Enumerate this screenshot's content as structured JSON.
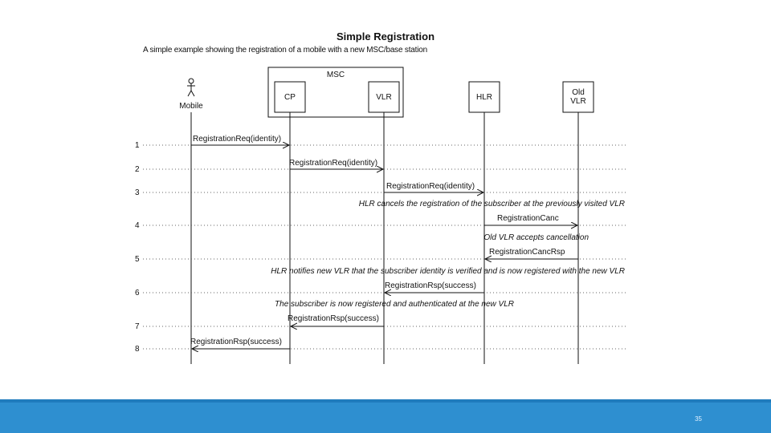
{
  "title": "Simple Registration",
  "subtitle": "A simple example showing the registration of a mobile with a new MSC/base station",
  "msc_label": "MSC",
  "participants": [
    {
      "label": "Mobile"
    },
    {
      "label": "CP"
    },
    {
      "label": "VLR"
    },
    {
      "label": "HLR"
    },
    {
      "label": "Old VLR"
    }
  ],
  "steps": [
    "1",
    "2",
    "3",
    "4",
    "5",
    "6",
    "7",
    "8"
  ],
  "messages": [
    {
      "label": "RegistrationReq(identity)"
    },
    {
      "label": "RegistrationReq(identity)"
    },
    {
      "label": "RegistrationReq(identity)"
    },
    {
      "label": "RegistrationCanc"
    },
    {
      "label": "RegistrationCancRsp"
    },
    {
      "label": "RegistrationRsp(success)"
    },
    {
      "label": "RegistrationRsp(success)"
    },
    {
      "label": "RegistrationRsp(success)"
    }
  ],
  "notes": [
    {
      "text": "HLR cancels the registration of the subscriber at the previously visited VLR"
    },
    {
      "text": "Old VLR accepts cancellation"
    },
    {
      "text": "HLR notifies new VLR that the subscriber identity is verified and is now registered with the new VLR"
    },
    {
      "text": "The subscriber is now registered and authenticated at the new VLR"
    }
  ],
  "page_number": "35",
  "colors": {
    "footer": "#2e8fd0",
    "line": "#111111"
  }
}
